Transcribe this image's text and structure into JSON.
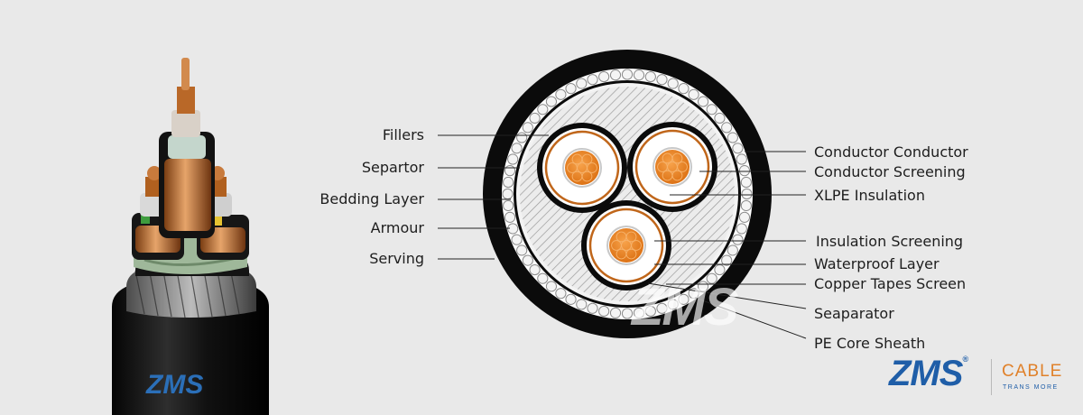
{
  "labels_left": [
    {
      "id": "fillers",
      "text": "Fillers"
    },
    {
      "id": "separtor",
      "text": "Separtor"
    },
    {
      "id": "bedding-layer",
      "text": "Bedding Layer"
    },
    {
      "id": "armour",
      "text": "Armour"
    },
    {
      "id": "serving",
      "text": "Serving"
    }
  ],
  "labels_right": [
    {
      "id": "conductor-conductor",
      "text": "Conductor Conductor"
    },
    {
      "id": "conductor-screening",
      "text": "Conductor Screening"
    },
    {
      "id": "xlpe-insulation",
      "text": "XLPE Insulation"
    },
    {
      "id": "insulation-screening",
      "text": "Insulation Screening"
    },
    {
      "id": "waterproof-layer",
      "text": "Waterproof Layer"
    },
    {
      "id": "copper-tapes-screen",
      "text": "Copper Tapes Screen"
    },
    {
      "id": "seaparator",
      "text": "Seaparator"
    },
    {
      "id": "pe-core-sheath",
      "text": "PE Core Sheath"
    }
  ],
  "brand": {
    "name": "ZMS",
    "reg": "®",
    "product": "CABLE",
    "tagline": "TRANS MORE",
    "watermark": "ZMS",
    "photo_logo": "ZMS"
  },
  "colors": {
    "background": "#e9e9e9",
    "sheath": "#0b0b0b",
    "copper": "#e07a17",
    "brand_blue": "#1f5ea8",
    "brand_orange": "#e0812a"
  }
}
